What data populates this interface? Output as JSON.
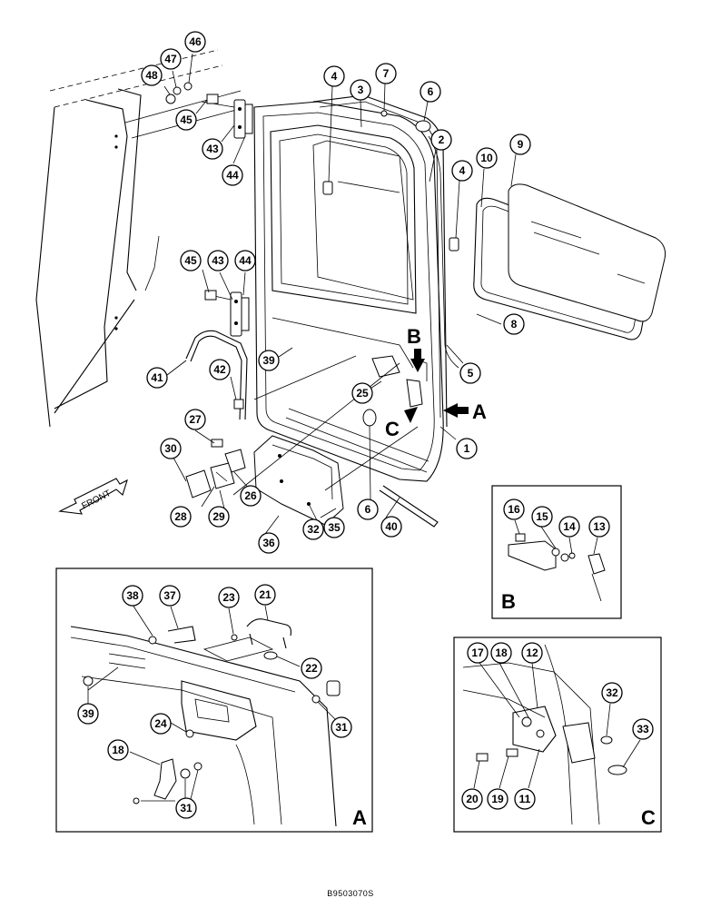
{
  "drawing_number": "B9503070S",
  "front_label": "FRONT",
  "view_letters": {
    "a": "A",
    "b": "B",
    "c": "C"
  },
  "arrow_labels": {
    "a": "A",
    "b": "B",
    "c": "C"
  },
  "callouts": {
    "c1": "1",
    "c2": "2",
    "c3": "3",
    "c4a": "4",
    "c4b": "4",
    "c5": "5",
    "c6a": "6",
    "c6b": "6",
    "c7": "7",
    "c8": "8",
    "c9": "9",
    "c10": "10",
    "c25": "25",
    "c26": "26",
    "c27": "27",
    "c28": "28",
    "c29": "29",
    "c30": "30",
    "c32": "32",
    "c35": "35",
    "c36": "36",
    "c39": "39",
    "c40": "40",
    "c41": "41",
    "c42": "42",
    "c43a": "43",
    "c43b": "43",
    "c44a": "44",
    "c44b": "44",
    "c45a": "45",
    "c45b": "45",
    "c46": "46",
    "c47": "47",
    "c48": "48",
    "b13": "13",
    "b14": "14",
    "b15": "15",
    "b16": "16",
    "a18": "18",
    "a21": "21",
    "a22": "22",
    "a23": "23",
    "a24": "24",
    "a31a": "31",
    "a31b": "31",
    "a37": "37",
    "a38": "38",
    "a39": "39",
    "cc11": "11",
    "cc12": "12",
    "cc17": "17",
    "cc18": "18",
    "cc19": "19",
    "cc20": "20",
    "cc32": "32",
    "cc33": "33"
  }
}
